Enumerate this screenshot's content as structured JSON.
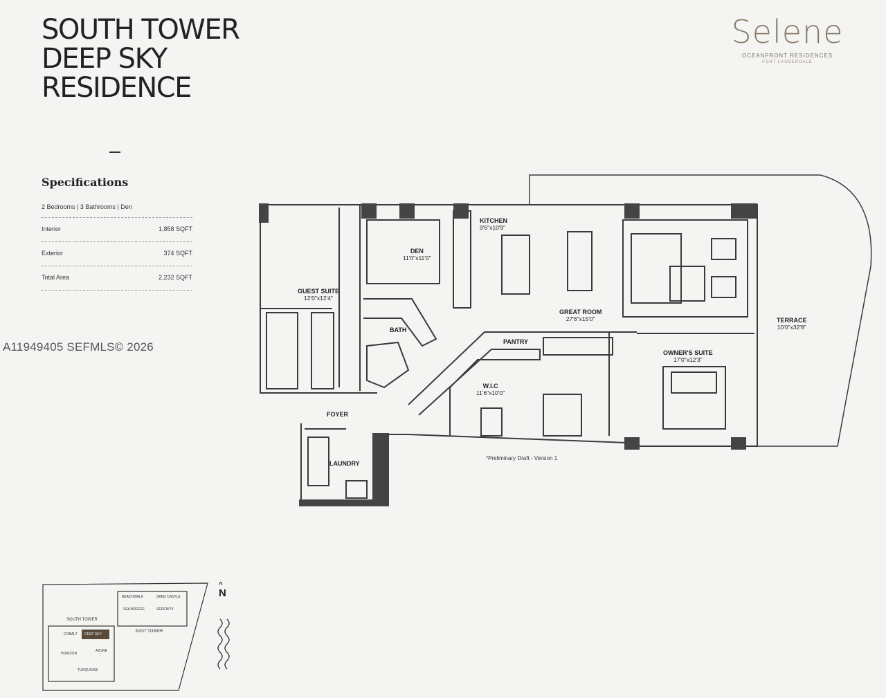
{
  "header": {
    "title_lines": [
      "SOUTH TOWER",
      "DEEP SKY",
      "RESIDENCE"
    ]
  },
  "logo": {
    "name": "Selene",
    "subtitle": "OCEANFRONT RESIDENCES",
    "location": "FORT LAUDERDALE"
  },
  "specifications": {
    "heading": "Specifications",
    "summary": "2 Bedrooms | 3 Bathrooms | Den",
    "rows": [
      {
        "label": "Interior",
        "value": "1,858 SQFT"
      },
      {
        "label": "Exterior",
        "value": "374 SQFT"
      },
      {
        "label": "Total Area",
        "value": "2,232 SQFT"
      }
    ]
  },
  "watermark": "A11949405  SEFMLS© 2026",
  "rooms": {
    "kitchen": {
      "name": "KITCHEN",
      "dim": "9'6\"x10'9\""
    },
    "den": {
      "name": "DEN",
      "dim": "11'0\"x11'0\""
    },
    "guest_suite": {
      "name": "GUEST SUITE",
      "dim": "12'0\"x12'4\""
    },
    "great_room": {
      "name": "GREAT ROOM",
      "dim": "27'6\"x15'0\""
    },
    "terrace": {
      "name": "TERRACE",
      "dim": "10'0\"x32'8\""
    },
    "bath": {
      "name": "BATH"
    },
    "pantry": {
      "name": "PANTRY"
    },
    "owners_suite": {
      "name": "OWNER'S SUITE",
      "dim": "17'0\"x12'3\""
    },
    "wic": {
      "name": "W.I.C",
      "dim": "11'6\"x10'0\""
    },
    "foyer": {
      "name": "FOYER"
    },
    "laundry": {
      "name": "LAUNDRY"
    }
  },
  "draft_note": "*Preliminary Draft - Version 1",
  "key_plan": {
    "south_tower": "SOUTH TOWER",
    "east_tower": "EAST TOWER",
    "north": "N",
    "units": [
      "BEACHWALK",
      "SAND CASTLE",
      "SEA BREEZE",
      "SERENITY",
      "COBALT",
      "DEEP SKY",
      "AZURE",
      "HORIZON",
      "TURQUOISE"
    ]
  },
  "colors": {
    "wall": "#3a3a3a",
    "column": "#444444",
    "logo": "#8a7c6c",
    "highlight": "#5a4a3c"
  }
}
